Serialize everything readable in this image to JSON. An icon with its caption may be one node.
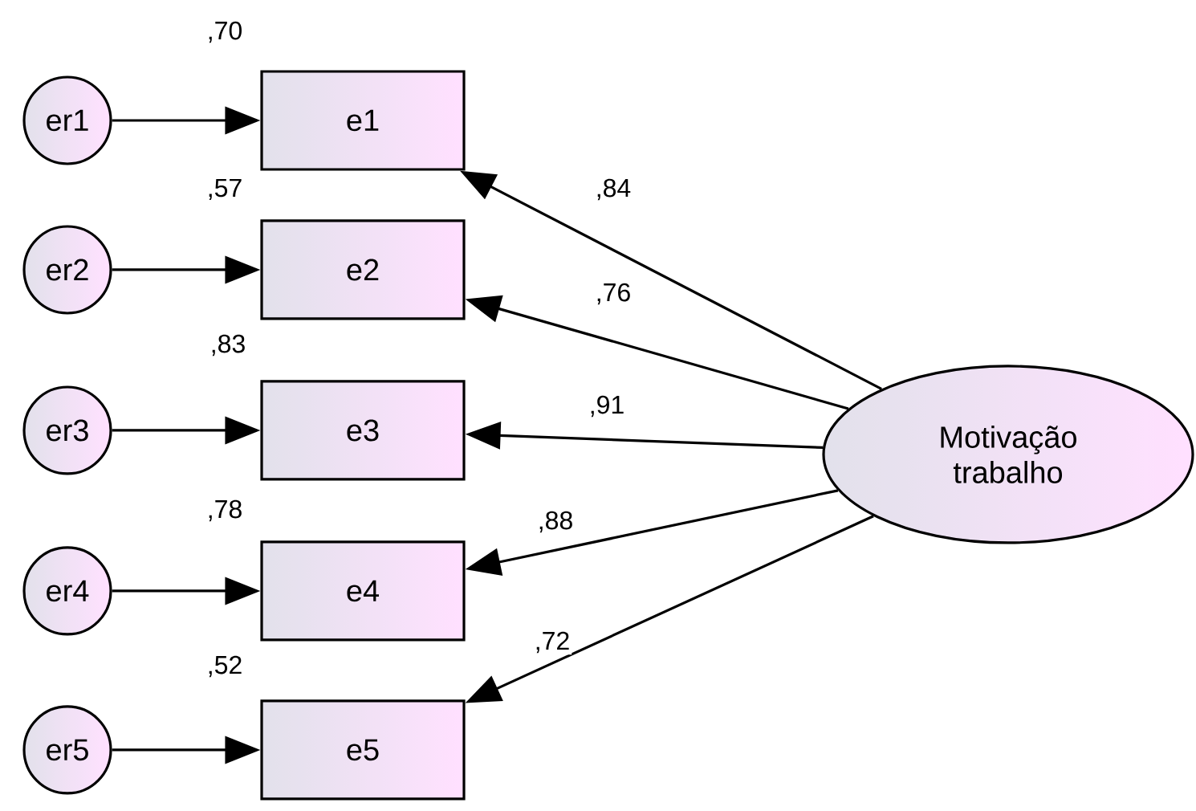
{
  "diagram": {
    "nodes": [
      {
        "text": [
          "er1"
        ]
      },
      {
        "text": [
          "er2"
        ]
      },
      {
        "text": [
          "er3"
        ]
      },
      {
        "text": [
          "er4"
        ]
      },
      {
        "text": [
          "er5"
        ]
      },
      {
        "text": [
          "e1"
        ],
        "beside": [
          ",70"
        ]
      },
      {
        "text": [
          "e2"
        ],
        "beside": [
          ",57"
        ]
      },
      {
        "text": [
          "e3"
        ],
        "beside": [
          ",83"
        ]
      },
      {
        "text": [
          "e4"
        ],
        "beside": [
          ",78"
        ]
      },
      {
        "text": [
          "e5"
        ],
        "beside": [
          ",52"
        ]
      },
      {
        "text": [
          "Motivação trabalho"
        ]
      }
    ],
    "edges": [
      {
        "from": 0,
        "to": 5,
        "arrow": "to"
      },
      {
        "from": 1,
        "to": 6,
        "arrow": "to"
      },
      {
        "from": 2,
        "to": 7,
        "arrow": "to"
      },
      {
        "from": 3,
        "to": 8,
        "arrow": "to"
      },
      {
        "from": 4,
        "to": 9,
        "arrow": "to"
      },
      {
        "from": 10,
        "to": 5,
        "arrow": "to",
        "label": ",84"
      },
      {
        "from": 10,
        "to": 6,
        "arrow": "to",
        "label": ",76"
      },
      {
        "from": 10,
        "to": 7,
        "arrow": "to",
        "label": ",91"
      },
      {
        "from": 10,
        "to": 8,
        "arrow": "to",
        "label": ",88"
      },
      {
        "from": 10,
        "to": 9,
        "arrow": "to",
        "label": ",72"
      }
    ]
  }
}
